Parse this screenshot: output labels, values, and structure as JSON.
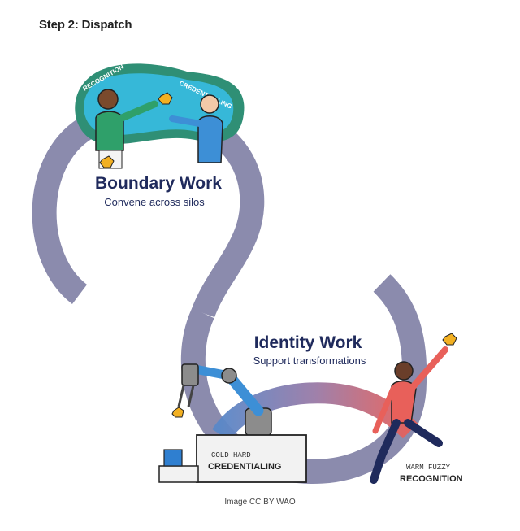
{
  "heading": "Step 2: Dispatch",
  "boundary": {
    "title": "Boundary Work",
    "subtitle": "Convene across silos",
    "badge_left": "RECOGNITION",
    "badge_right": "CREDENTIALLING"
  },
  "identity": {
    "title": "Identity Work",
    "subtitle": "Support transformations"
  },
  "machine": {
    "line1": "COLD HARD",
    "line2": "CREDENTIALING"
  },
  "person": {
    "line1": "WARM FUZZY",
    "line2": "RECOGNITION"
  },
  "credit": "Image CC BY WAO",
  "colors": {
    "track": "#8b8bad",
    "heading_blue": "#1f2a5c",
    "badge_dark": "#2f8f75",
    "badge_light": "#36b8d8",
    "warm": "#e8605a",
    "cool": "#5a88c8",
    "gold": "#f2b022"
  }
}
